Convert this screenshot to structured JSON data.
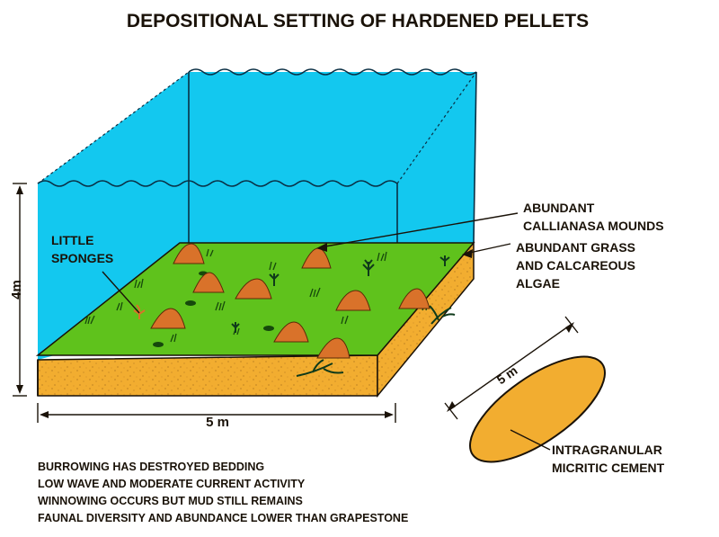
{
  "title": "DEPOSITIONAL SETTING OF HARDENED PELLETS",
  "labels": {
    "little_sponges": [
      "LITTLE",
      "SPONGES"
    ],
    "callianasa": [
      "ABUNDANT",
      "CALLIANASA MOUNDS"
    ],
    "grass_algae": [
      "ABUNDANT GRASS",
      "AND CALCAREOUS",
      "ALGAE"
    ],
    "cement": [
      "INTRAGRANULAR",
      "MICRITIC CEMENT"
    ]
  },
  "dimensions": {
    "height": "4m",
    "width": "5 m",
    "pellet_length": "5 m"
  },
  "notes": [
    "BURROWING HAS DESTROYED BEDDING",
    "LOW WAVE AND MODERATE CURRENT ACTIVITY",
    "WINNOWING OCCURS BUT MUD STILL REMAINS",
    "FAUNAL DIVERSITY AND ABUNDANCE LOWER THAN GRAPESTONE"
  ],
  "colors": {
    "water": "#13c8ef",
    "grass": "#5fc21c",
    "sediment": "#f2ad30",
    "mound": "#d9722a",
    "ink": "#1a1208"
  }
}
